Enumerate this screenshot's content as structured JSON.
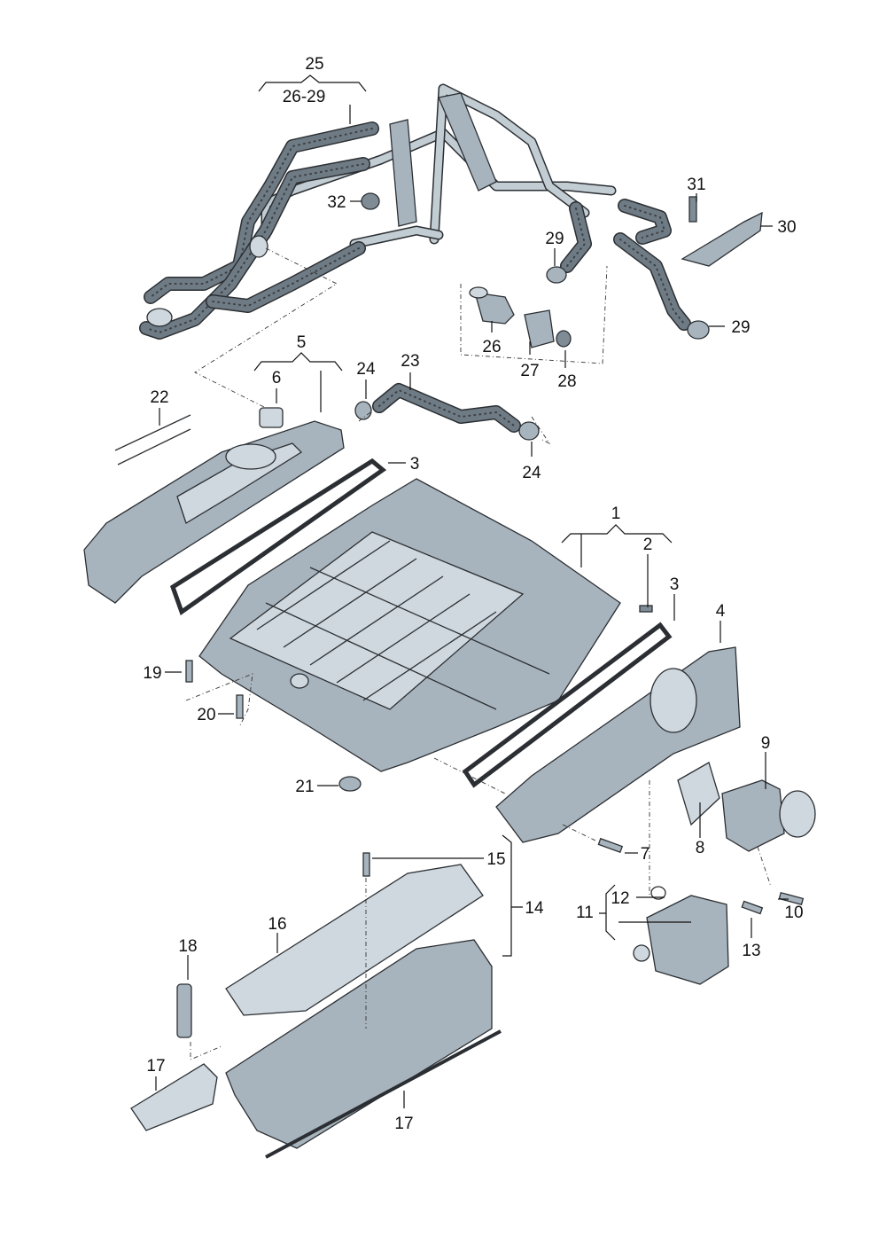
{
  "labels": {
    "l25": "25",
    "l26_29": "26-29",
    "l32": "32",
    "l31": "31",
    "l30": "30",
    "l29a": "29",
    "l29b": "29",
    "l26": "26",
    "l27": "27",
    "l28": "28",
    "l5": "5",
    "l6": "6",
    "l24a": "24",
    "l23": "23",
    "l22": "22",
    "l24b": "24",
    "l3a": "3",
    "l1": "1",
    "l2": "2",
    "l3b": "3",
    "l4": "4",
    "l19": "19",
    "l20": "20",
    "l21": "21",
    "l9": "9",
    "l8": "8",
    "l7": "7",
    "l15": "15",
    "l14": "14",
    "l12": "12",
    "l11": "11",
    "l10": "10",
    "l13": "13",
    "l16": "16",
    "l18": "18",
    "l17a": "17",
    "l17b": "17"
  }
}
